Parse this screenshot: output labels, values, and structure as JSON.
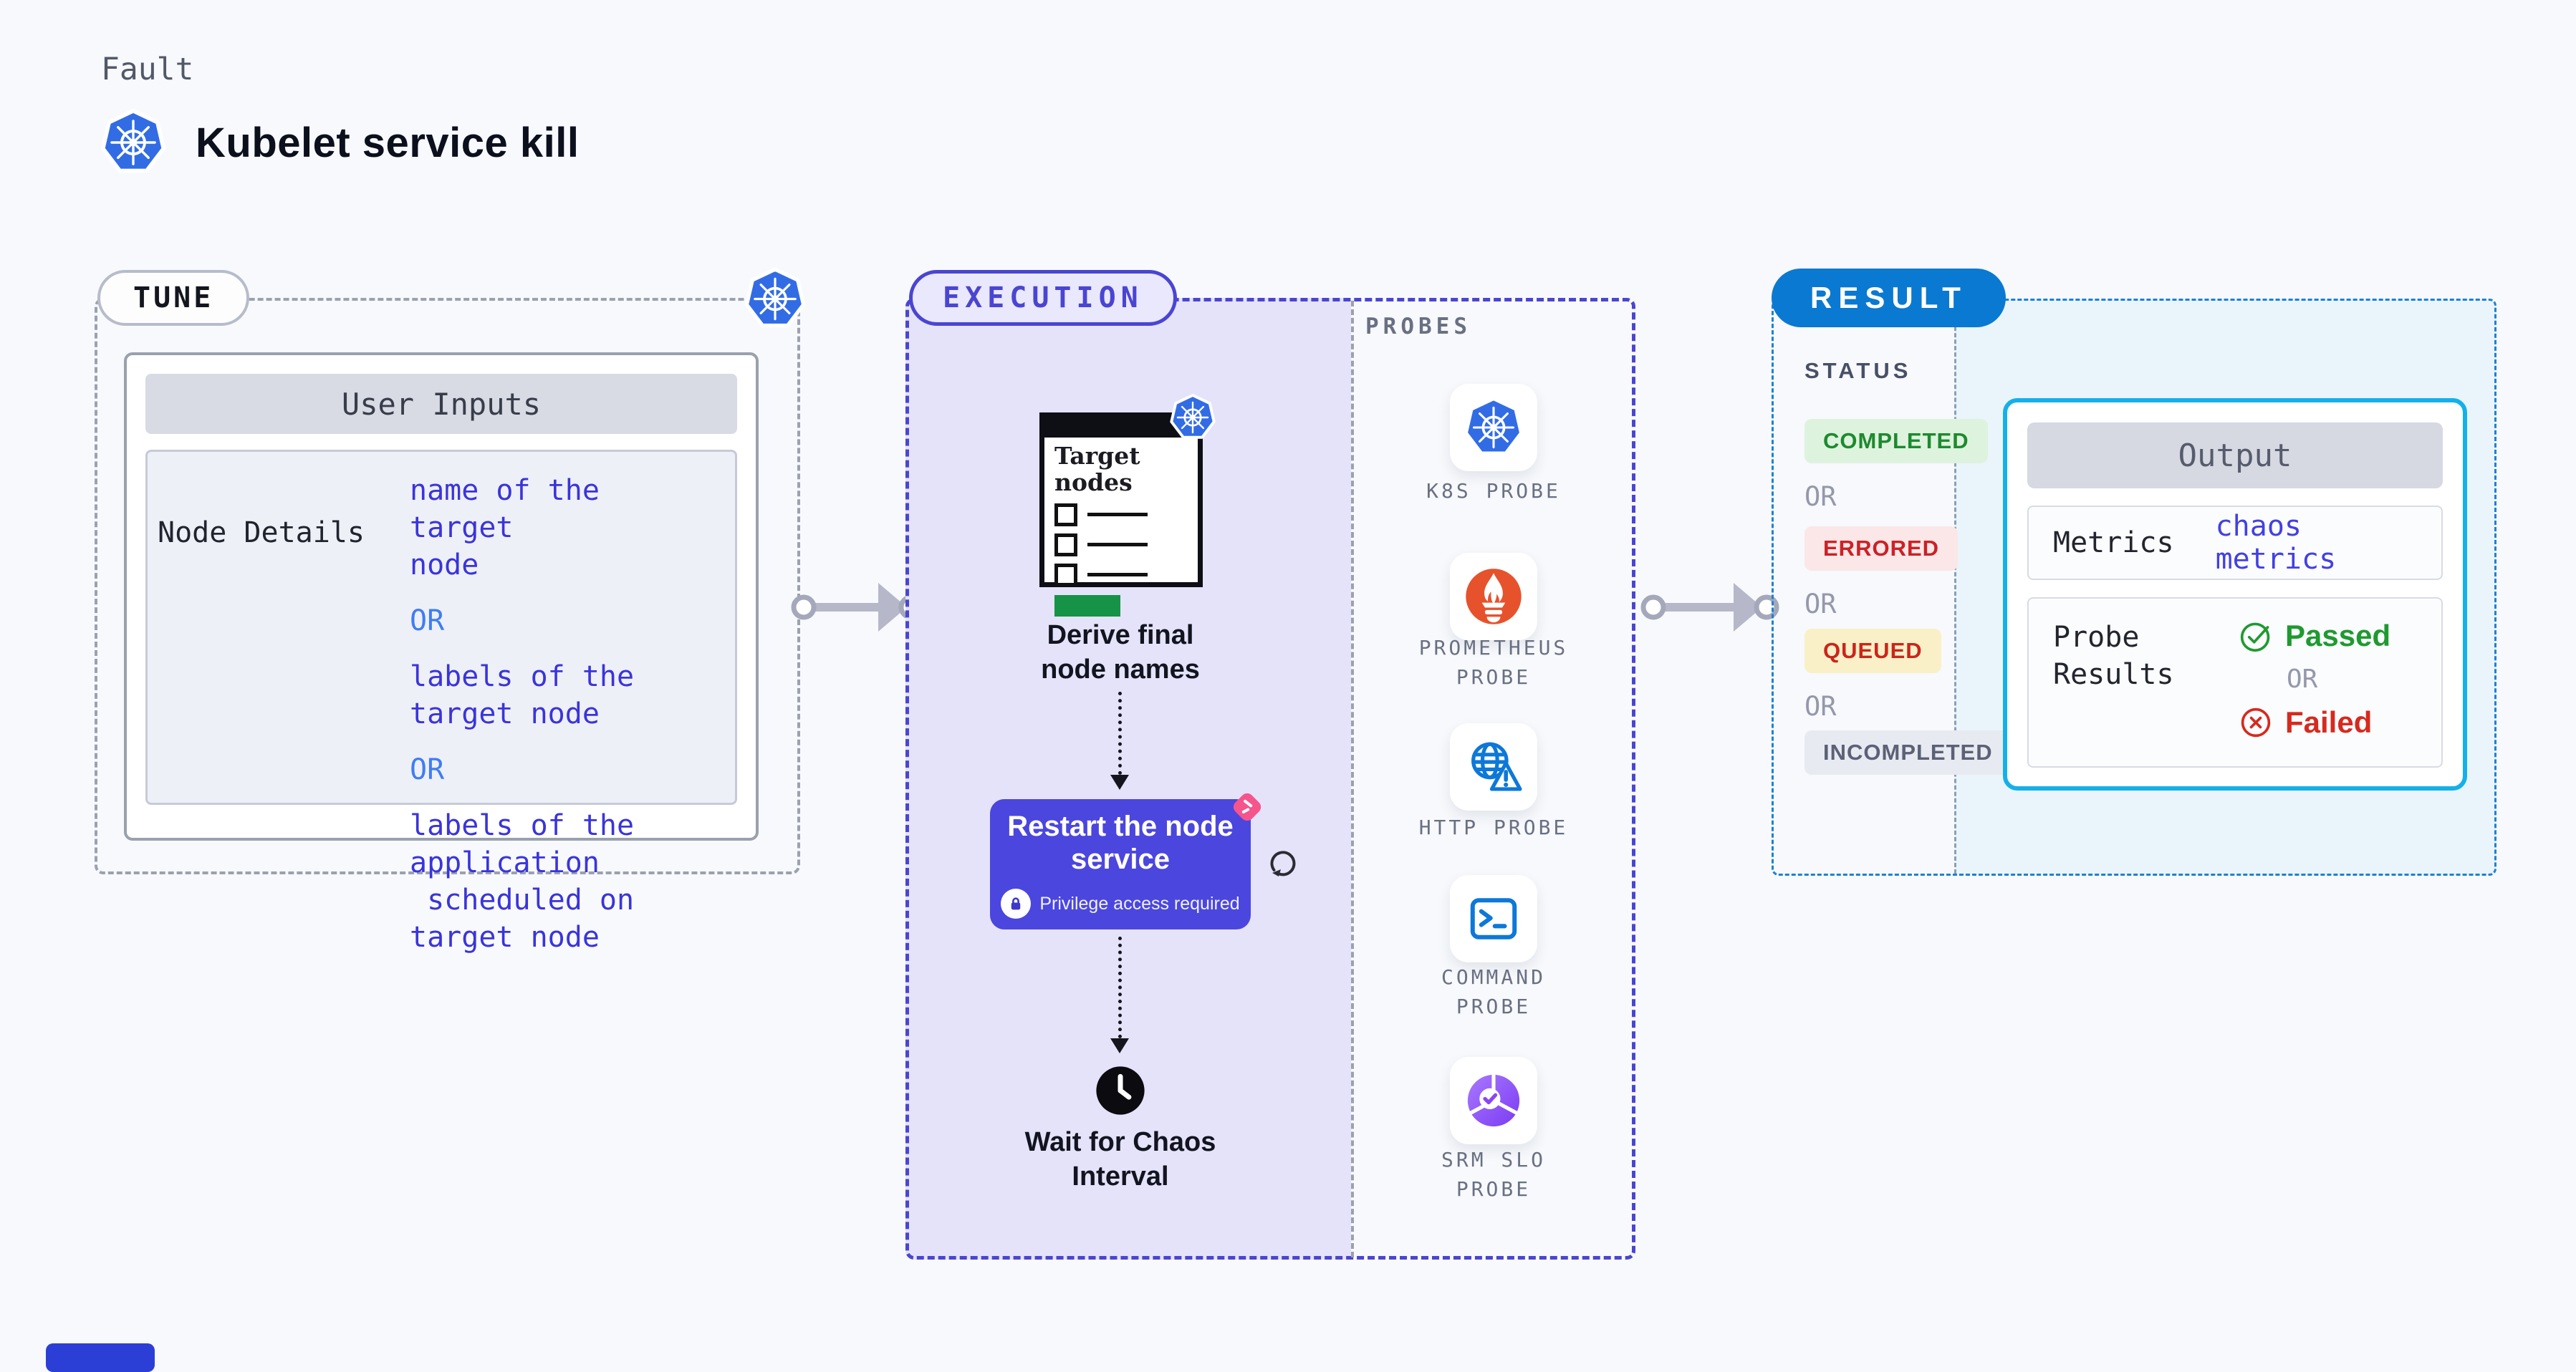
{
  "page": {
    "kind_label": "Fault",
    "title": "Kubelet service kill"
  },
  "tune": {
    "badge": "TUNE",
    "card_header": "User Inputs",
    "row_label": "Node Details",
    "values": [
      {
        "text": "name of the target\nnode",
        "kind": "value"
      },
      {
        "text": "OR",
        "kind": "or"
      },
      {
        "text": "labels of the\ntarget node",
        "kind": "value"
      },
      {
        "text": "OR",
        "kind": "or"
      },
      {
        "text": "labels of the application\n scheduled on target node",
        "kind": "value"
      }
    ]
  },
  "execution": {
    "badge": "EXECUTION",
    "target_window_title": "Target\nnodes",
    "step_derive": "Derive final node names",
    "card_title": "Restart the node service",
    "card_note": "Privilege access required",
    "step_wait": "Wait for Chaos Interval"
  },
  "probes": {
    "label": "PROBES",
    "items": [
      {
        "name": "K8S PROBE",
        "icon": "kubernetes-icon"
      },
      {
        "name": "PROMETHEUS PROBE",
        "icon": "prometheus-icon"
      },
      {
        "name": "HTTP PROBE",
        "icon": "globe-warning-icon"
      },
      {
        "name": "COMMAND PROBE",
        "icon": "terminal-icon"
      },
      {
        "name": "SRM SLO PROBE",
        "icon": "slo-pie-check-icon"
      }
    ]
  },
  "result": {
    "badge": "RESULT",
    "status_label": "STATUS",
    "statuses": [
      {
        "label": "COMPLETED",
        "kind": "completed"
      },
      {
        "label": "OR",
        "kind": "or"
      },
      {
        "label": "ERRORED",
        "kind": "errored"
      },
      {
        "label": "OR",
        "kind": "or"
      },
      {
        "label": "QUEUED",
        "kind": "queued"
      },
      {
        "label": "OR",
        "kind": "or"
      },
      {
        "label": "INCOMPLETED",
        "kind": "incompleted"
      }
    ],
    "output": {
      "header": "Output",
      "metrics_label": "Metrics",
      "metrics_value": "chaos metrics",
      "probe_results_label": "Probe\nResults",
      "passed": "Passed",
      "or": "OR",
      "failed": "Failed"
    }
  },
  "colors": {
    "kubernetes_blue": "#326ce5",
    "execution_indigo": "#4a45d1",
    "execution_fill": "#e4e3fa",
    "restart_card": "#4b46de",
    "chaos_pink": "#f6548c",
    "result_blue": "#0a79d1",
    "result_fill": "#e9f5fb",
    "output_border": "#15b0e9",
    "completed_green": "#1d8a2e",
    "errored_red": "#cb2127",
    "queued_bg": "#faf0c7",
    "passed_green": "#1f9a30",
    "failed_red": "#d62a1e",
    "code_blue": "#3a34da",
    "or_blue": "#3f7df2",
    "prometheus_orange": "#e6522c",
    "probe_icon_blue": "#0d78d8",
    "arrow_gray": "#b6b8c9"
  }
}
